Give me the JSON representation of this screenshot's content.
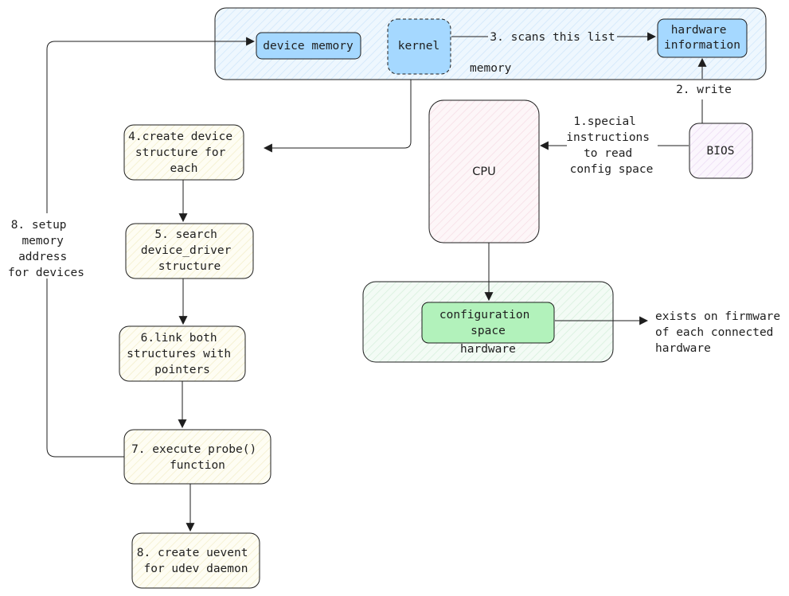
{
  "colors": {
    "stroke": "#1e1e1e",
    "memory_fill": "#e7f5ff",
    "blue_fill": "#a5d8ff",
    "yellow_fill": "#fdfbea",
    "pink_fill": "#fdf0f4",
    "green_fill": "#eaf8ee",
    "green_box": "#b2f2bb",
    "bios_fill": "#f8f0fb"
  },
  "groups": {
    "memory": "memory",
    "hardware": "hardware"
  },
  "nodes": {
    "device_memory": "device memory",
    "kernel": "kernel",
    "hardware_information": [
      "hardware",
      "information"
    ],
    "cpu": "CPU",
    "bios": "BIOS",
    "configuration_space": [
      "configuration",
      "space"
    ],
    "step4": [
      "4.create device",
      "structure for",
      "each"
    ],
    "step5": [
      "5. search",
      "device_driver",
      "structure"
    ],
    "step6": [
      "6.link both",
      "structures with",
      "pointers"
    ],
    "step7": [
      "7. execute probe()",
      "function"
    ],
    "step8": [
      "8. create uevent",
      "for udev daemon"
    ]
  },
  "edge_labels": {
    "scans": "3. scans this list",
    "write": "2. write",
    "special": [
      "1.special",
      "instructions",
      "to read",
      "config space"
    ],
    "setup": [
      "8. setup",
      "memory",
      "address",
      "for devices"
    ],
    "firmware": [
      "exists on firmware",
      "of each connected",
      "hardware"
    ]
  }
}
